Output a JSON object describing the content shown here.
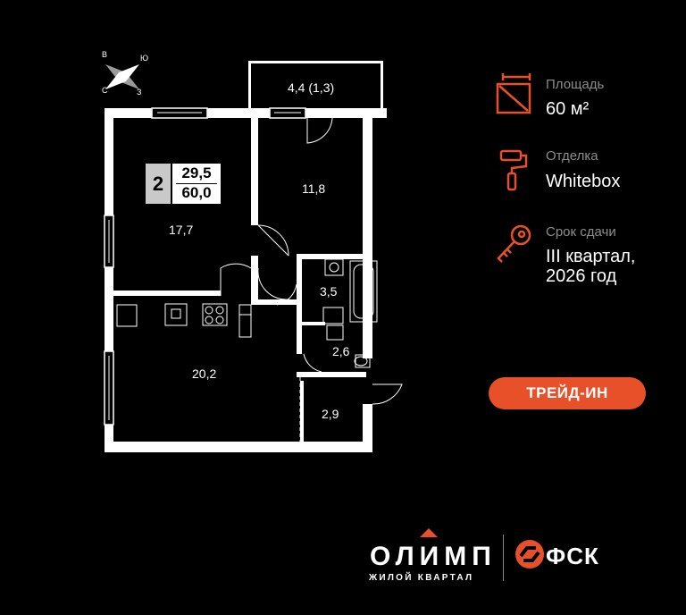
{
  "compass": {
    "north": "В",
    "east": "Ю",
    "south": "З",
    "west": "С"
  },
  "rooms": [
    {
      "id": "balcony",
      "label": "4,4 (1,3)"
    },
    {
      "id": "room1",
      "label": "17,7"
    },
    {
      "id": "room2",
      "label": "11,8"
    },
    {
      "id": "bathroom",
      "label": "3,5"
    },
    {
      "id": "wc",
      "label": "2,6"
    },
    {
      "id": "kitchen",
      "label": "20,2"
    },
    {
      "id": "hall",
      "label": "2,9"
    }
  ],
  "badge": {
    "rooms": "2",
    "living": "29,5",
    "total": "60,0"
  },
  "info": {
    "area_label": "Площадь",
    "area_value": "60 м²",
    "finish_label": "Отделка",
    "finish_value": "Whitebox",
    "deadline_label": "Срок сдачи",
    "deadline_value_1": "III квартал,",
    "deadline_value_2": "2026 год"
  },
  "icons": {
    "area": "area-icon",
    "finish": "paint-roller-icon",
    "deadline": "key-icon"
  },
  "trade_in_label": "ТРЕЙД-ИН",
  "logos": {
    "olimp": "ОЛИМП",
    "olimp_sub": "ЖИЛОЙ КВАРТАЛ",
    "fsk": "ФСК"
  },
  "colors": {
    "accent": "#e8502a",
    "background": "#000000",
    "muted": "#8c8c8c"
  }
}
